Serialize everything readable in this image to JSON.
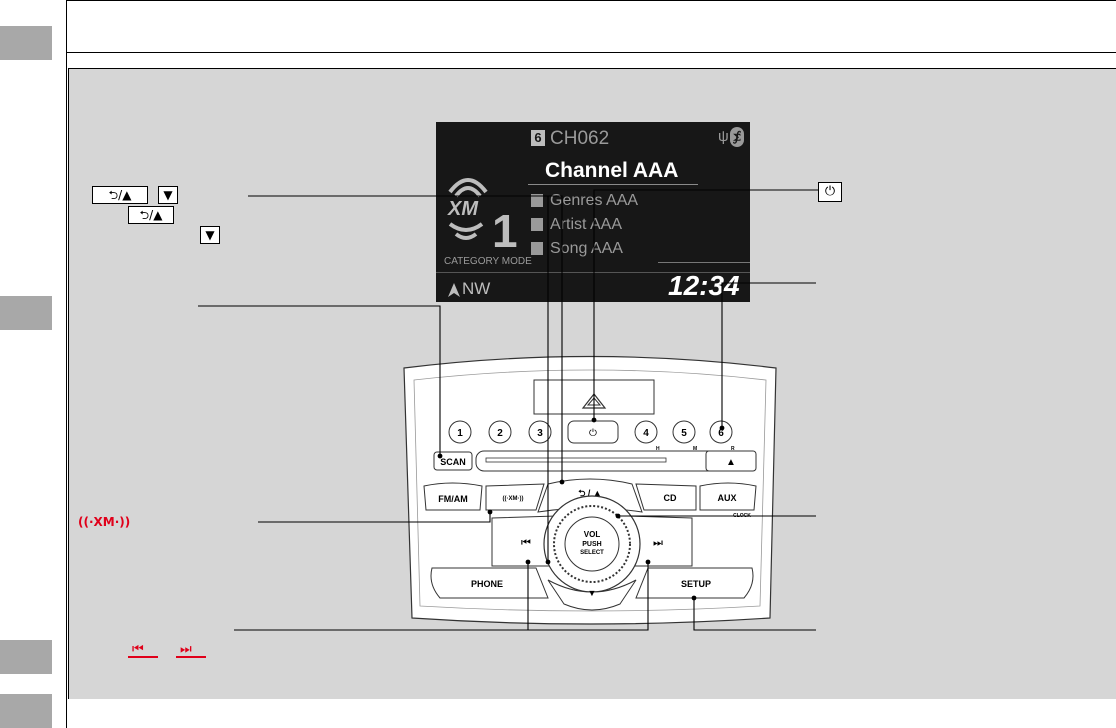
{
  "screen": {
    "preset_num": "6",
    "channel": "CH062",
    "channel_name": "Channel AAA",
    "genre": "Genres AAA",
    "artist": "Artist AAA",
    "song": "Song AAA",
    "xm_logo": "XM",
    "xm_band": "1",
    "mode": "CATEGORY MODE",
    "compass": "NW",
    "clock": "12:34"
  },
  "callouts": {
    "up_key": "⮌/▲",
    "down_key": "▼",
    "power_key": "⏻",
    "xm_label": "((·XM·))",
    "skip_back": "⏮",
    "skip_fwd": "⏭"
  },
  "console": {
    "presets": [
      "1",
      "2",
      "3",
      "4",
      "5",
      "6"
    ],
    "preset_sub": [
      "H",
      "M",
      "R"
    ],
    "scan": "SCAN",
    "eject": "▲",
    "fmam": "FM/AM",
    "xm": "((·XM·))",
    "back_up": "⮌ / ▲",
    "cd": "CD",
    "aux": "AUX",
    "clock": "CLOCK",
    "knob_line1": "VOL",
    "knob_line2": "PUSH",
    "knob_line3": "SELECT",
    "down": "▼",
    "phone": "PHONE",
    "setup": "SETUP"
  }
}
